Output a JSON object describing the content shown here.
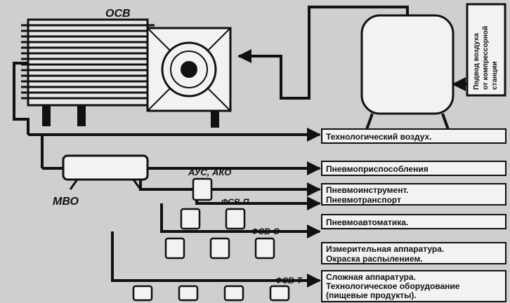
{
  "labels": {
    "osv": "ОСВ",
    "mvo": "МВО",
    "aus_ako": "АУС, АКО",
    "fsv_p": "ФСВ-П",
    "fsv_o": "ФСВ-О",
    "fsv_t": "ФСВ-Т"
  },
  "supply_box": {
    "line1": "Подвод воздуха",
    "line2": "от компрессорной",
    "line3": "станции"
  },
  "outputs": [
    {
      "lines": [
        "Технологический воздух."
      ]
    },
    {
      "lines": [
        "Пневмоприспособления"
      ]
    },
    {
      "lines": [
        "Пневмоинструмент.",
        "Пневмотранспорт"
      ]
    },
    {
      "lines": [
        "Пневмоавтоматика."
      ]
    },
    {
      "lines": [
        "Измерительная аппаратура.",
        "Окраска распылением."
      ]
    },
    {
      "lines": [
        "Сложная аппаратура.",
        "Технологическое оборудование",
        "(пищевые продукты)."
      ]
    }
  ],
  "colors": {
    "ink": "#111111",
    "paper": "#cfcfcf",
    "fill": "#f2f2f2"
  }
}
